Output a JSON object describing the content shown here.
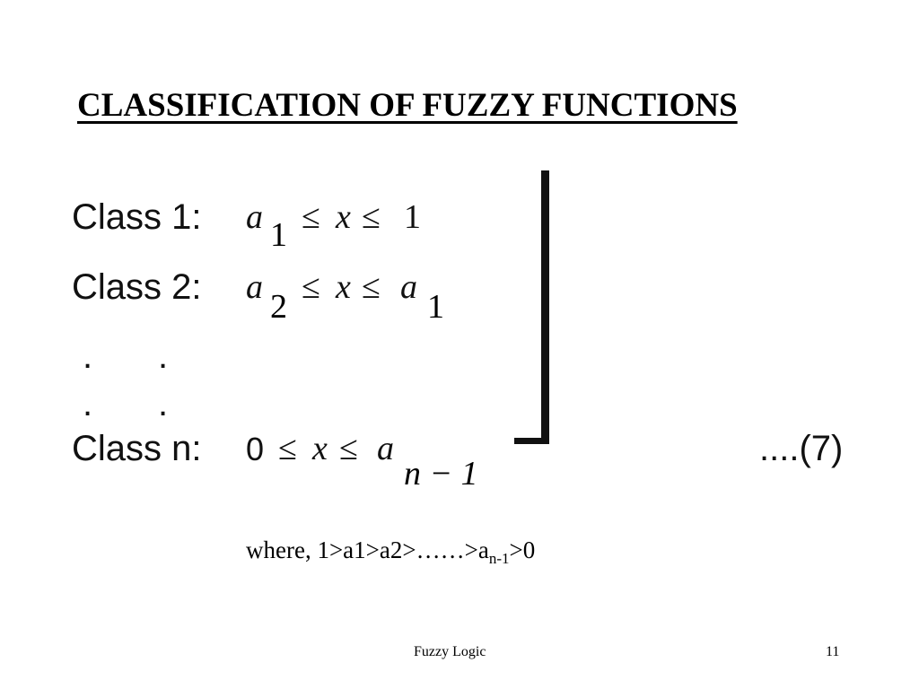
{
  "slide": {
    "title": "CLASSIFICATION OF FUZZY FUNCTIONS",
    "classes": [
      {
        "label": "Class 1:",
        "lower": "a",
        "lower_sub": "1",
        "rel1": "≤",
        "var": "x",
        "rel2": "≤",
        "upper": "1",
        "upper_sub": ""
      },
      {
        "label": "Class 2:",
        "lower": "a",
        "lower_sub": "2",
        "rel1": "≤",
        "var": "x",
        "rel2": "≤",
        "upper": "a",
        "upper_sub": "1"
      },
      {
        "label": "Class n:",
        "lower": "0",
        "lower_sub": "",
        "rel1": "≤",
        "var": "x",
        "rel2": "≤",
        "upper": "a",
        "upper_sub": "n − 1"
      }
    ],
    "dots": ".",
    "equation_number": "....(7)",
    "where_prefix": "where, 1>a1>a2>……>a",
    "where_sub": "n-1",
    "where_suffix": ">0",
    "footer_center": "Fuzzy Logic",
    "footer_page": "11"
  }
}
